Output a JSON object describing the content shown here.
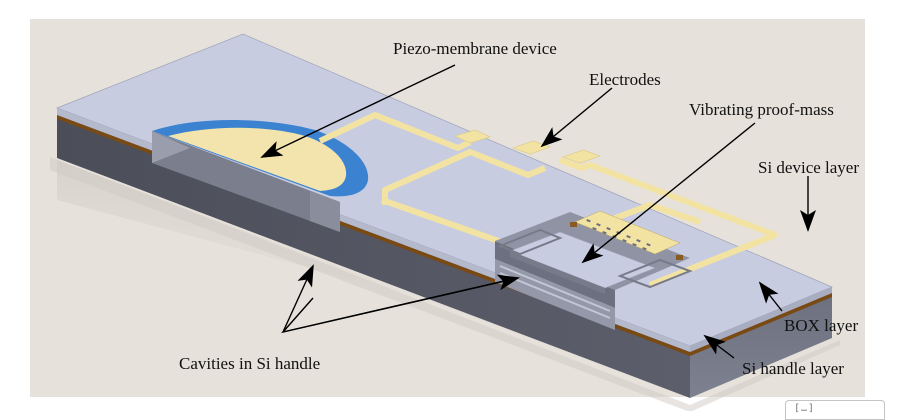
{
  "figure": {
    "title": "MEMS piezoelectric energy harvester 3D schematic",
    "colors": {
      "background": "#e6e1da",
      "si_device_top": "#c8cce0",
      "si_handle_side": "#4e505c",
      "si_handle_front": "#5a5c68",
      "box_layer": "#7a4a14",
      "piezo": "#f2e4ac",
      "piezo_ring": "#3b82d0",
      "electrode": "#f3e3a2",
      "cavity": "#7b7e8c",
      "arrow": "#000000"
    }
  },
  "labels": {
    "piezo_membrane": "Piezo-membrane device",
    "electrodes": "Electrodes",
    "proof_mass": "Vibrating proof-mass",
    "si_device_layer": "Si device layer",
    "box_layer": "BOX layer",
    "si_handle_layer": "Si handle layer",
    "cavities": "Cavities in Si handle"
  },
  "widget": {
    "text": "[…]"
  }
}
